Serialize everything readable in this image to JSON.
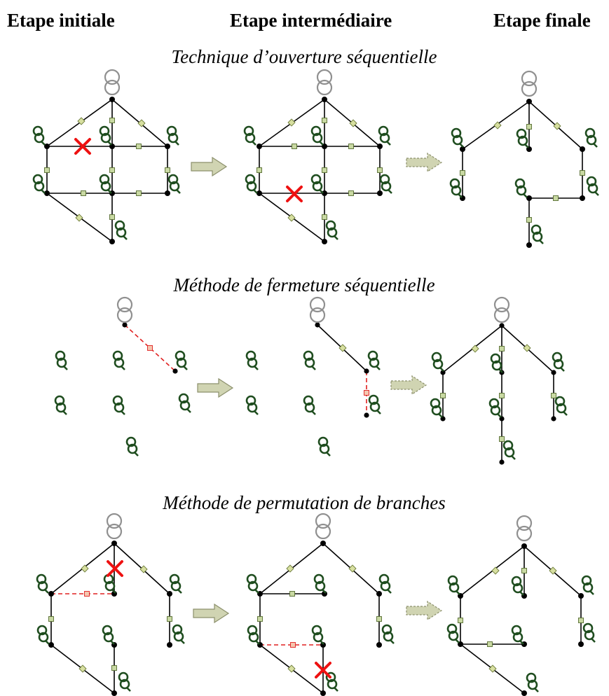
{
  "headers": {
    "initial": "Etape initiale",
    "intermediate": "Etape intermédiaire",
    "final": "Etape finale"
  },
  "sections": [
    {
      "title": "Technique d’ouverture séquentielle"
    },
    {
      "title": "Méthode de fermeture séquentielle"
    },
    {
      "title": "Méthode de permutation de branches"
    }
  ],
  "colors": {
    "line": "#000000",
    "opened_branch_mark": "#ee1111",
    "candidate_branch": "#e02020",
    "load": "#1f4d1f",
    "source": "#909090",
    "switch_fill": "#c9d9a3",
    "arrow_fill": "#d0d4b2"
  },
  "icons": {
    "source": "transformer-icon",
    "load": "load-coil-icon",
    "switch": "switch-icon",
    "open_mark": "red-x-icon",
    "step_arrow": "right-arrow-icon"
  }
}
